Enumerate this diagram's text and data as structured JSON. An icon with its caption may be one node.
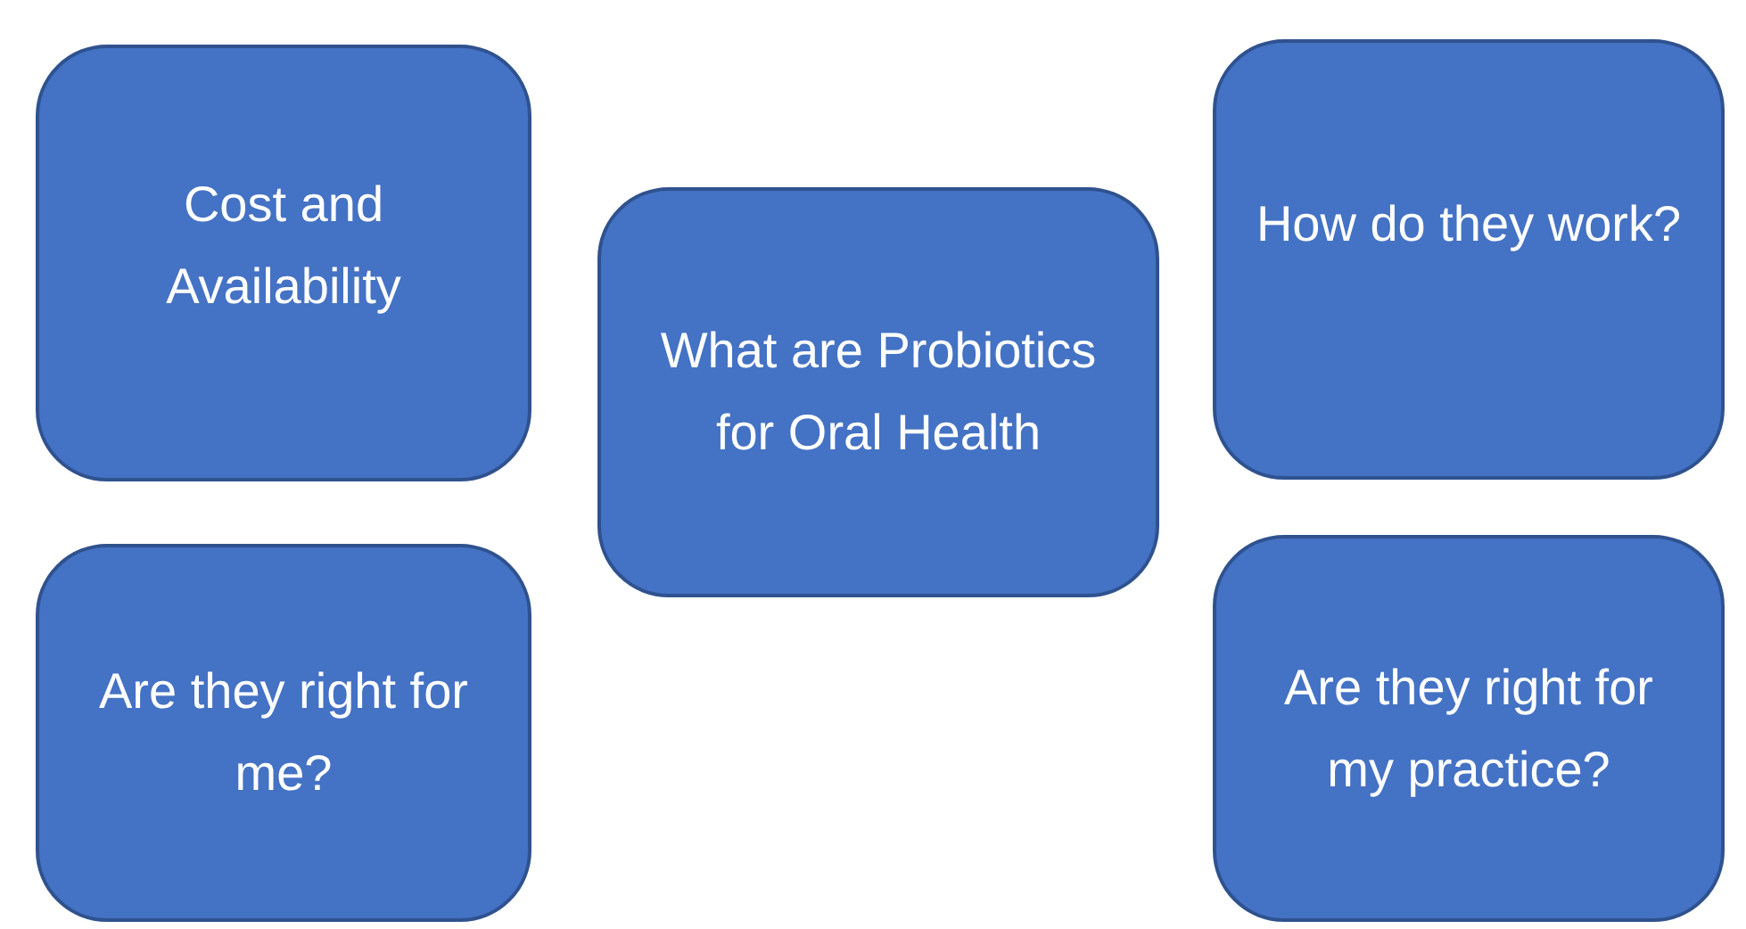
{
  "diagram": {
    "nodes": [
      {
        "text": [
          "Cost and Availability"
        ]
      },
      {
        "text": [
          "What are Probiotics for Oral Health"
        ]
      },
      {
        "text": [
          "How do they work?"
        ]
      },
      {
        "text": [
          "Are they right for me?"
        ]
      },
      {
        "text": [
          "Are they right for my practice?"
        ]
      }
    ]
  }
}
